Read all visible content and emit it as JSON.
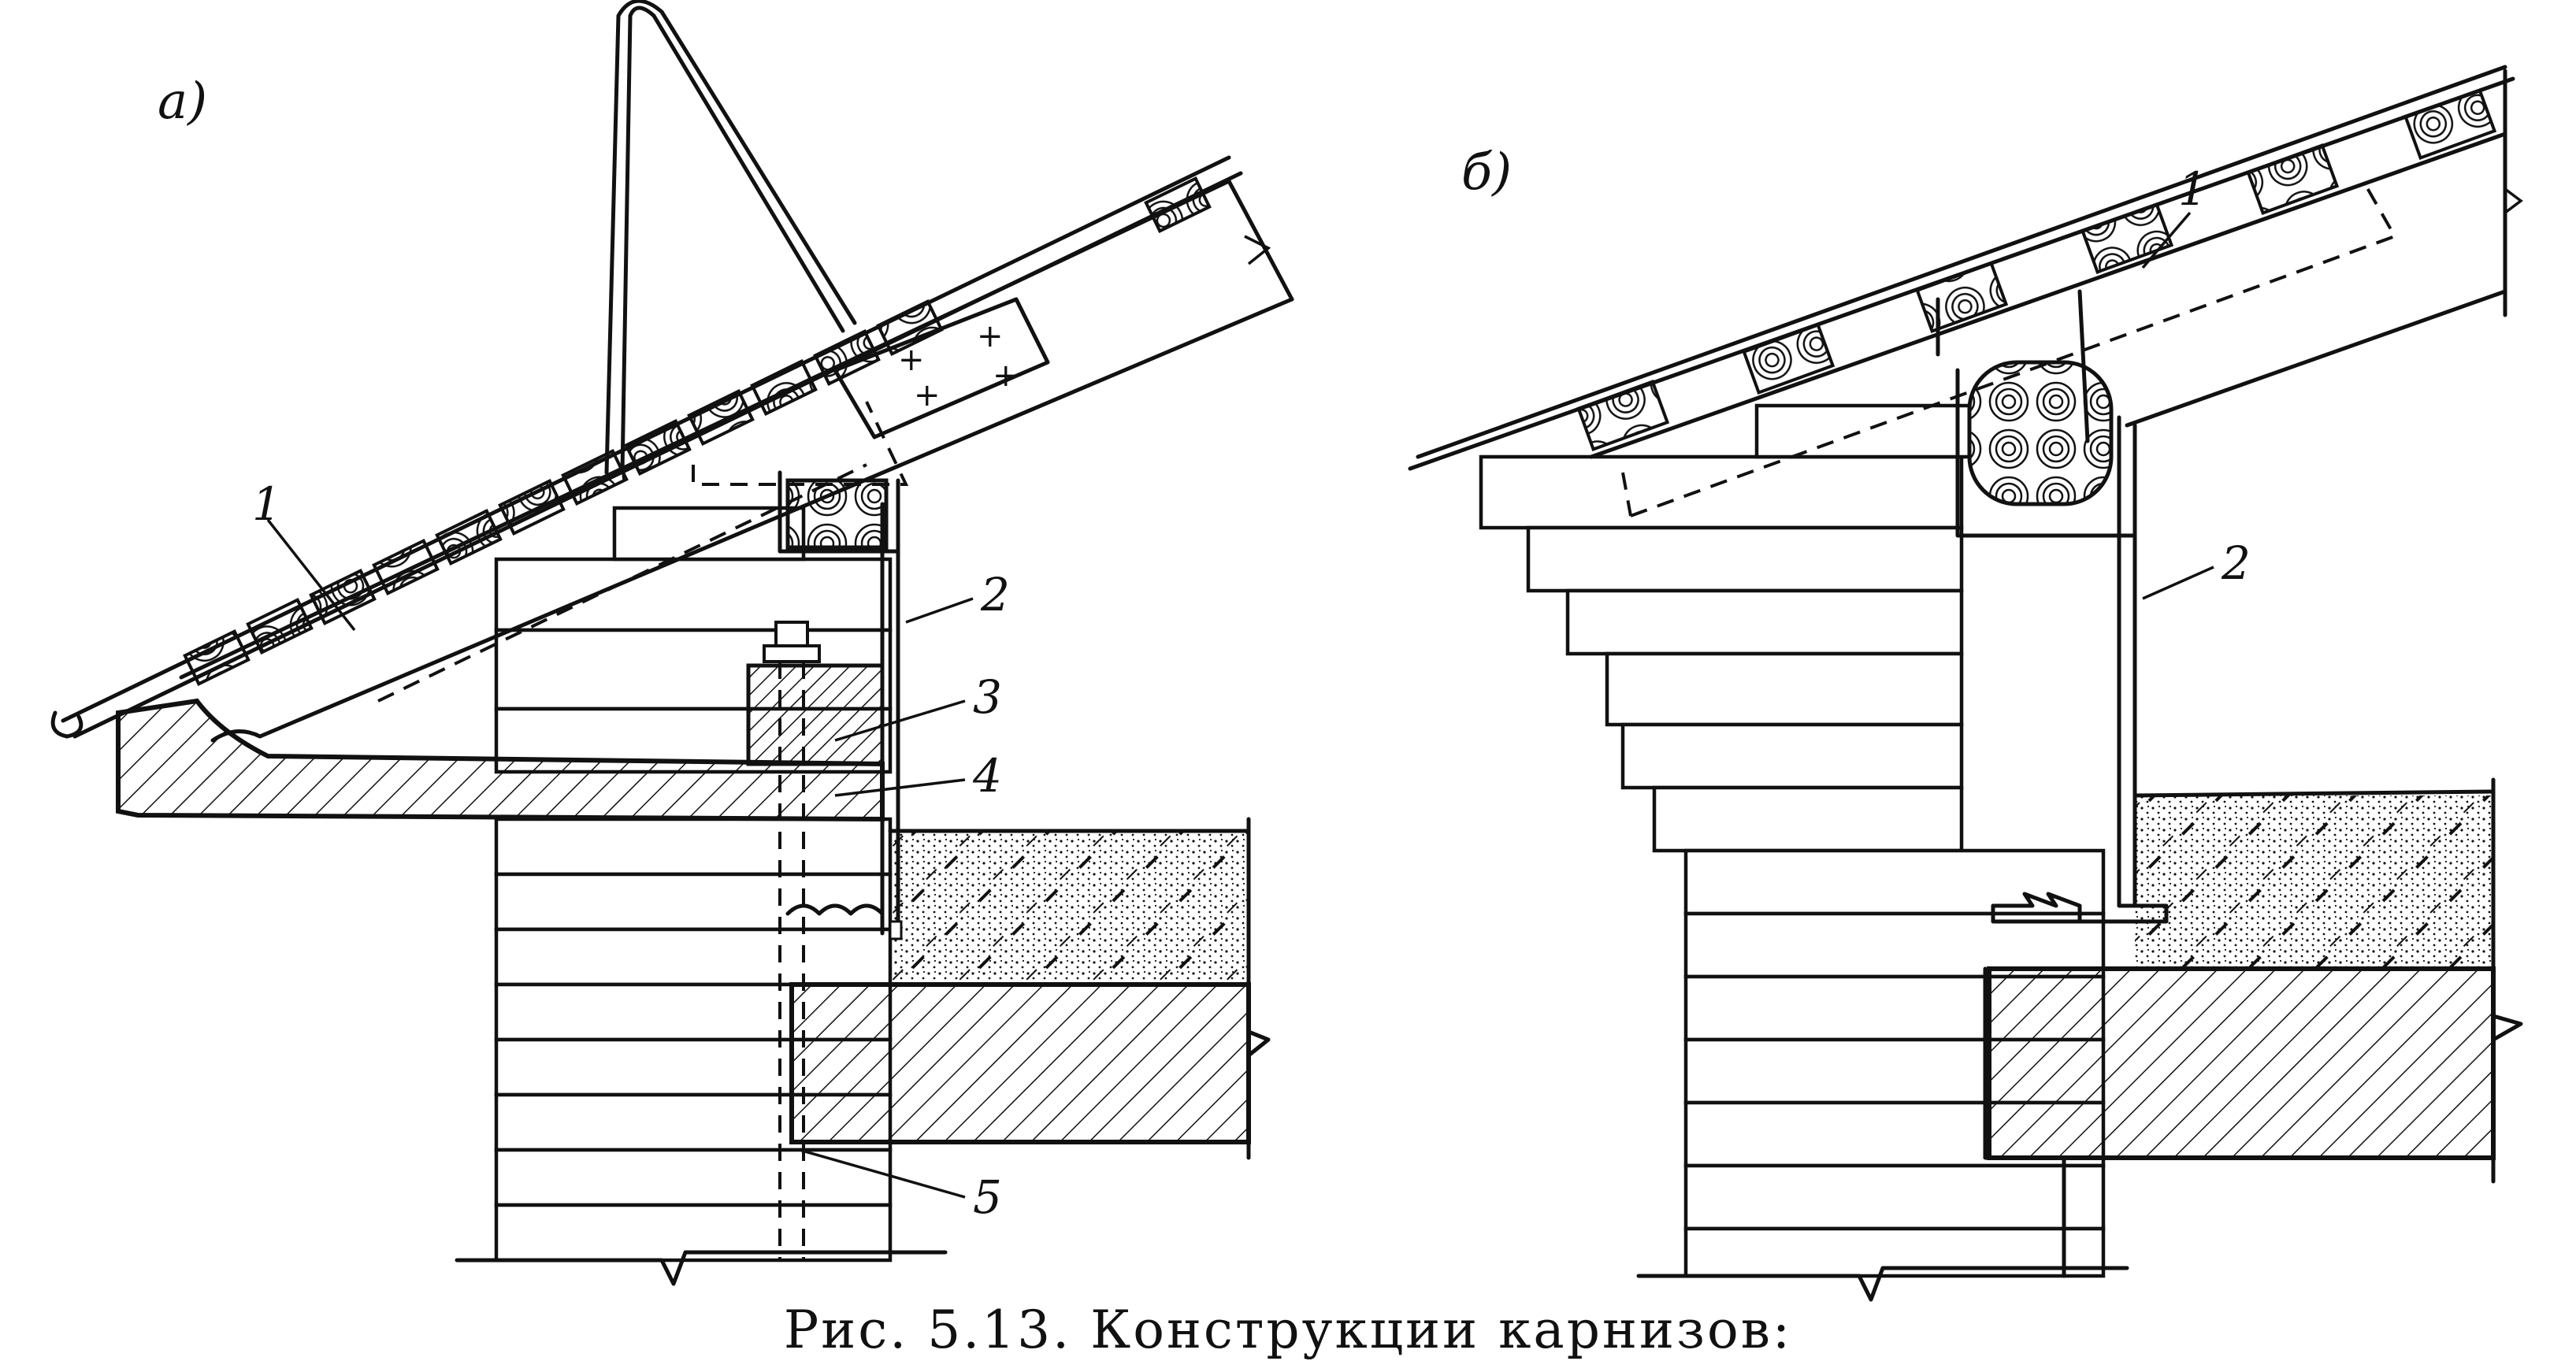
{
  "figure": {
    "sub_a": "а)",
    "sub_b": "б)",
    "labels_a": [
      "1",
      "2",
      "3",
      "4",
      "5"
    ],
    "labels_b": [
      "1",
      "2"
    ],
    "caption": "Рис. 5.13. Конструкции карнизов:"
  }
}
